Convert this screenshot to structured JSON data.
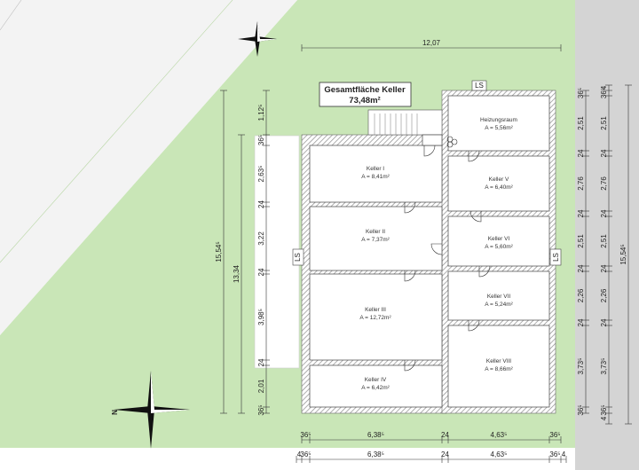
{
  "plan": {
    "title": "Gesamtfläche Keller",
    "total_area": "73,48m²",
    "ls_label": "LS",
    "north_label": "N"
  },
  "rooms": [
    {
      "name": "Heizungsraum",
      "area": "A = 5,56m²"
    },
    {
      "name": "Keller I",
      "area": "A = 8,41m²"
    },
    {
      "name": "Keller II",
      "area": "A = 7,37m²"
    },
    {
      "name": "Keller III",
      "area": "A = 12,72m²"
    },
    {
      "name": "Keller IV",
      "area": "A = 6,42m²"
    },
    {
      "name": "Keller V",
      "area": "A = 6,40m²"
    },
    {
      "name": "Keller VI",
      "area": "A = 5,60m²"
    },
    {
      "name": "Keller VII",
      "area": "A = 5,24m²"
    },
    {
      "name": "Keller VIII",
      "area": "A = 8,66m²"
    }
  ],
  "dimensions": {
    "top_overall": "12,07",
    "left_overall": "15,54⁵",
    "left_inner": "13,34",
    "right_overall": "15,54⁵",
    "left_chain": [
      "1,12⁵",
      "36⁵",
      "2,63⁵",
      "24",
      "3,22",
      "24",
      "3,98⁵",
      "24",
      "2,01",
      "36⁵"
    ],
    "right_chain_a": [
      "36⁵",
      "2,51",
      "24",
      "2,76",
      "24",
      "2,51",
      "24",
      "2,26",
      "24",
      "3,73⁵",
      "36⁵"
    ],
    "right_chain_b": [
      "4",
      "36⁵",
      "2,51",
      "24",
      "2,76",
      "24",
      "2,51",
      "24",
      "2,26",
      "24",
      "3,73⁵",
      "36⁵",
      "4"
    ],
    "bottom_chain_a": [
      "36⁵",
      "6,38⁵",
      "24",
      "4,63⁵",
      "36⁵"
    ],
    "bottom_chain_b": [
      "4",
      "36⁵",
      "6,38⁵",
      "24",
      "4,63⁵",
      "36⁵",
      "4"
    ]
  },
  "colors": {
    "lawn": "#c9e6b7",
    "wall_hatch": "#9a9a9a",
    "street": "#d0d0d0",
    "road_strip": "#f2f2f2"
  }
}
